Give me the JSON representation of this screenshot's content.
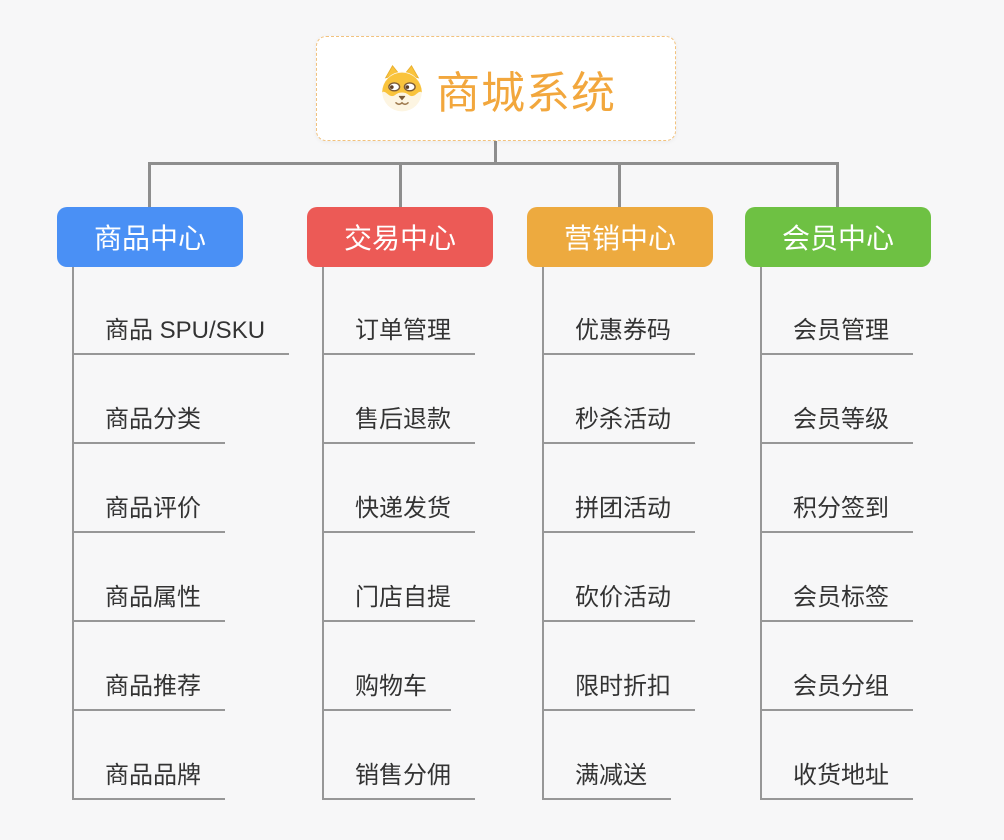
{
  "background_color": "#f7f7f8",
  "connector_color": "#8e8e8e",
  "root": {
    "label": "商城系统",
    "icon": "dog-face-icon",
    "text_color": "#f2a73d",
    "border_color": "#f2c27e"
  },
  "branches": [
    {
      "label": "商品中心",
      "color": "#4a90f5",
      "children": [
        "商品 SPU/SKU",
        "商品分类",
        "商品评价",
        "商品属性",
        "商品推荐",
        "商品品牌"
      ]
    },
    {
      "label": "交易中心",
      "color": "#ec5a56",
      "children": [
        "订单管理",
        "售后退款",
        "快递发货",
        "门店自提",
        "购物车",
        "销售分佣"
      ]
    },
    {
      "label": "营销中心",
      "color": "#edaa3f",
      "children": [
        "优惠券码",
        "秒杀活动",
        "拼团活动",
        "砍价活动",
        "限时折扣",
        "满减送"
      ]
    },
    {
      "label": "会员中心",
      "color": "#6ec143",
      "children": [
        "会员管理",
        "会员等级",
        "积分签到",
        "会员标签",
        "会员分组",
        "收货地址"
      ]
    }
  ],
  "leaf_style": {
    "text_color": "#333333",
    "line_color": "#979797"
  },
  "icon_colors": {
    "fur_yellow": "#f9c33c",
    "muzzle_cream": "#fdf5e2",
    "features_brown": "#7a5a36"
  }
}
